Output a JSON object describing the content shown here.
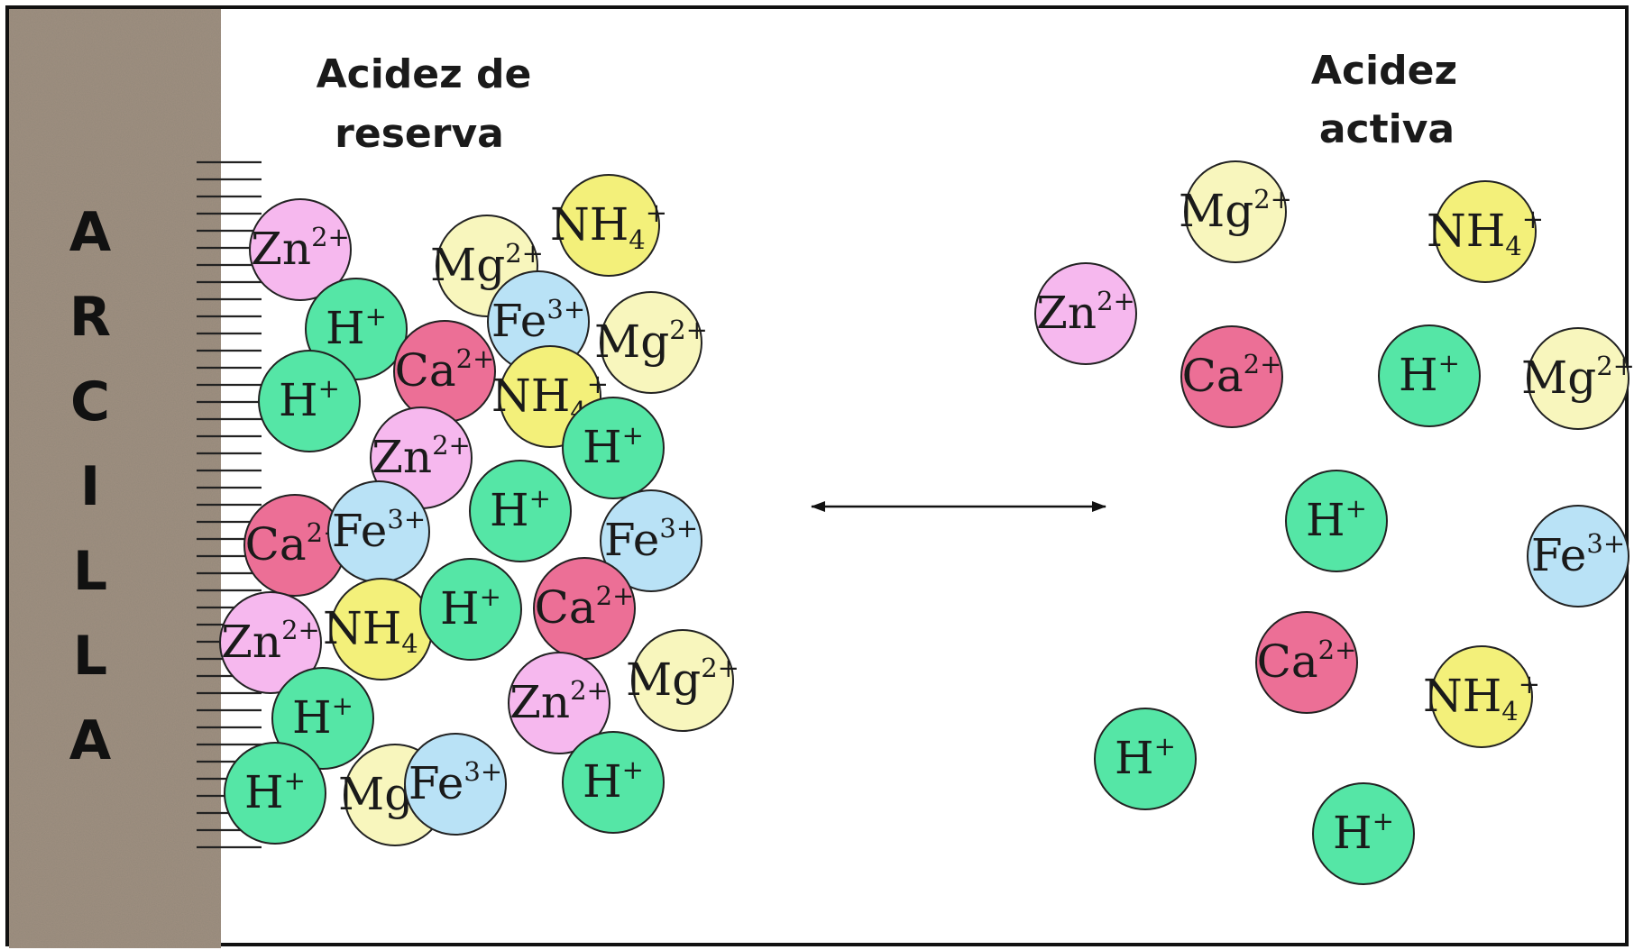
{
  "clay_label": [
    "A",
    "R",
    "C",
    "I",
    "L",
    "L",
    "A"
  ],
  "reserve_title": [
    "Acidez de",
    "reserva"
  ],
  "active_title": [
    "Acidez",
    "activa"
  ],
  "colors": {
    "Zn": "#f6b8ee",
    "H": "#55e6a6",
    "Mg": "#f8f6bd",
    "NH4": "#f3f07a",
    "Fe": "#b9e2f6",
    "Ca": "#ec6f96",
    "clay": "#a09080",
    "outline": "#222222"
  },
  "ion_types": {
    "Zn": {
      "base": "Zn",
      "sub": "",
      "sup": "2+"
    },
    "H": {
      "base": "H",
      "sub": "",
      "sup": "+"
    },
    "Mg": {
      "base": "Mg",
      "sub": "",
      "sup": "2+"
    },
    "NH4": {
      "base": "NH",
      "sub": "4",
      "sup": "+"
    },
    "Fe": {
      "base": "Fe",
      "sub": "",
      "sup": "3+"
    },
    "Ca": {
      "base": "Ca",
      "sub": "",
      "sup": "2+"
    }
  },
  "reserve_ions": [
    "Mg",
    "NH4",
    "Zn",
    "Fe",
    "Mg",
    "NH4",
    "H",
    "Ca",
    "H",
    "H",
    "Zn",
    "Fe",
    "Ca",
    "H",
    "Fe",
    "Zn",
    "NH4",
    "H",
    "Ca",
    "Mg",
    "H",
    "Zn",
    "H",
    "H",
    "Mg",
    "Fe"
  ],
  "active_ions": [
    "Mg",
    "NH4",
    "Zn",
    "Ca",
    "H",
    "Mg",
    "H",
    "Fe",
    "Ca",
    "NH4",
    "H",
    "H"
  ]
}
